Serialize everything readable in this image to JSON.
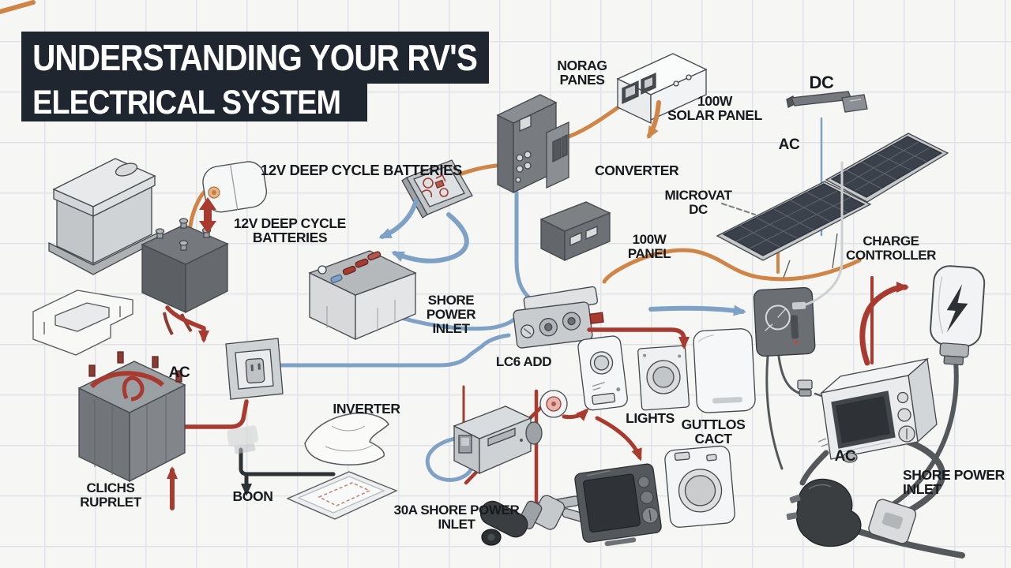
{
  "title": {
    "line1": "UNDERSTANDING YOUR RV'S",
    "line2": "ELECTRICAL SYSTEM"
  },
  "labels": {
    "norag_panes": "NORAG\nPANES",
    "solar_panel_100w": "100W\nSOLAR PANEL",
    "dc_top": "DC",
    "ac_top": "AC",
    "deep_cycle_1": "12V DEEP CYCLE BATTERIES",
    "deep_cycle_2": "12V DEEP CYCLE\nBATTERIES",
    "converter": "CONVERTER",
    "microvat_dc": "MICROVAT\nDC",
    "panel_100w": "100W\nPANEL",
    "charge_controller": "CHARGE\nCONTROLLER",
    "shore_power_mid": "SHORE\nPOWER\nINLET",
    "lc6_add": "LC6 ADD",
    "lights": "LIGHTS",
    "guttlos_cact": "GUTTLOS\nCACT",
    "inverter": "INVERTER",
    "ac_left": "AC",
    "clichs_ruprlet": "CLICHS\nRUPRLET",
    "boon": "BOON",
    "shore_30a": "30A SHORE POWER\nINLET",
    "ac_right": "AC",
    "shore_power_right": "SHORE POWER\nINLET"
  },
  "colors": {
    "title_bg": "#20262f",
    "title_text": "#ffffff",
    "label_text": "#17191c",
    "wire_orange": "#d08546",
    "wire_blue": "#7fa1c6",
    "wire_red": "#a93a2f",
    "wire_black": "#2f3235",
    "wire_grey": "#55585b",
    "panel_dark": "#3a414a",
    "background": "#f6f6f4",
    "grid_line": "#e2e3e6"
  }
}
